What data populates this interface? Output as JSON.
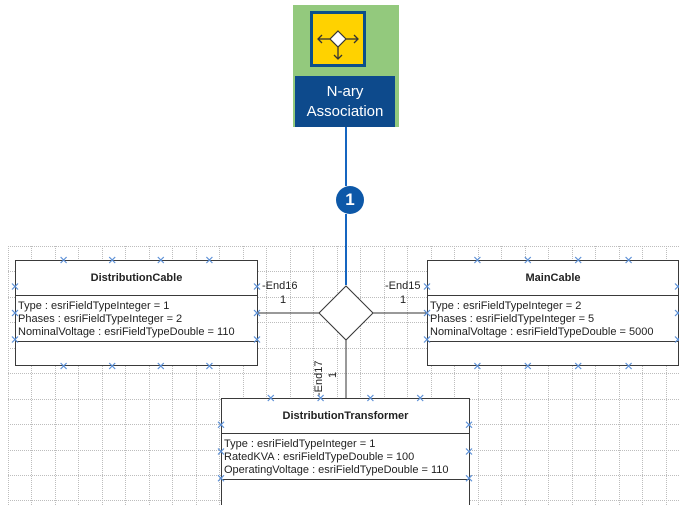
{
  "toolbox": {
    "label_line1": "N-ary",
    "label_line2": "Association",
    "icon": "nary-association-icon"
  },
  "callout": {
    "number": "1"
  },
  "classes": {
    "distribution_cable": {
      "name": "DistributionCable",
      "attributes": [
        "Type : esriFieldTypeInteger = 1",
        "Phases : esriFieldTypeInteger = 2",
        "NominalVoltage : esriFieldTypeDouble = 110"
      ]
    },
    "main_cable": {
      "name": "MainCable",
      "attributes": [
        "Type : esriFieldTypeInteger = 2",
        "Phases : esriFieldTypeInteger = 5",
        "NominalVoltage : esriFieldTypeDouble = 5000"
      ]
    },
    "distribution_transformer": {
      "name": "DistributionTransformer",
      "attributes": [
        "Type : esriFieldTypeInteger = 1",
        "RatedKVA : esriFieldTypeDouble = 100",
        "OperatingVoltage : esriFieldTypeDouble = 110"
      ]
    }
  },
  "roles": {
    "end16": {
      "name": "-End16",
      "multiplicity": "1"
    },
    "end15": {
      "name": "-End15",
      "multiplicity": "1"
    },
    "end17": {
      "name": "-End17",
      "multiplicity": "1"
    }
  },
  "colors": {
    "tool_background": "#93c97d",
    "icon_yellow": "#ffd200",
    "label_blue": "#0d4a8c",
    "callout_blue": "#0d58a8",
    "connector_blue": "#1565c0",
    "handle_blue": "#5b8fd6"
  }
}
